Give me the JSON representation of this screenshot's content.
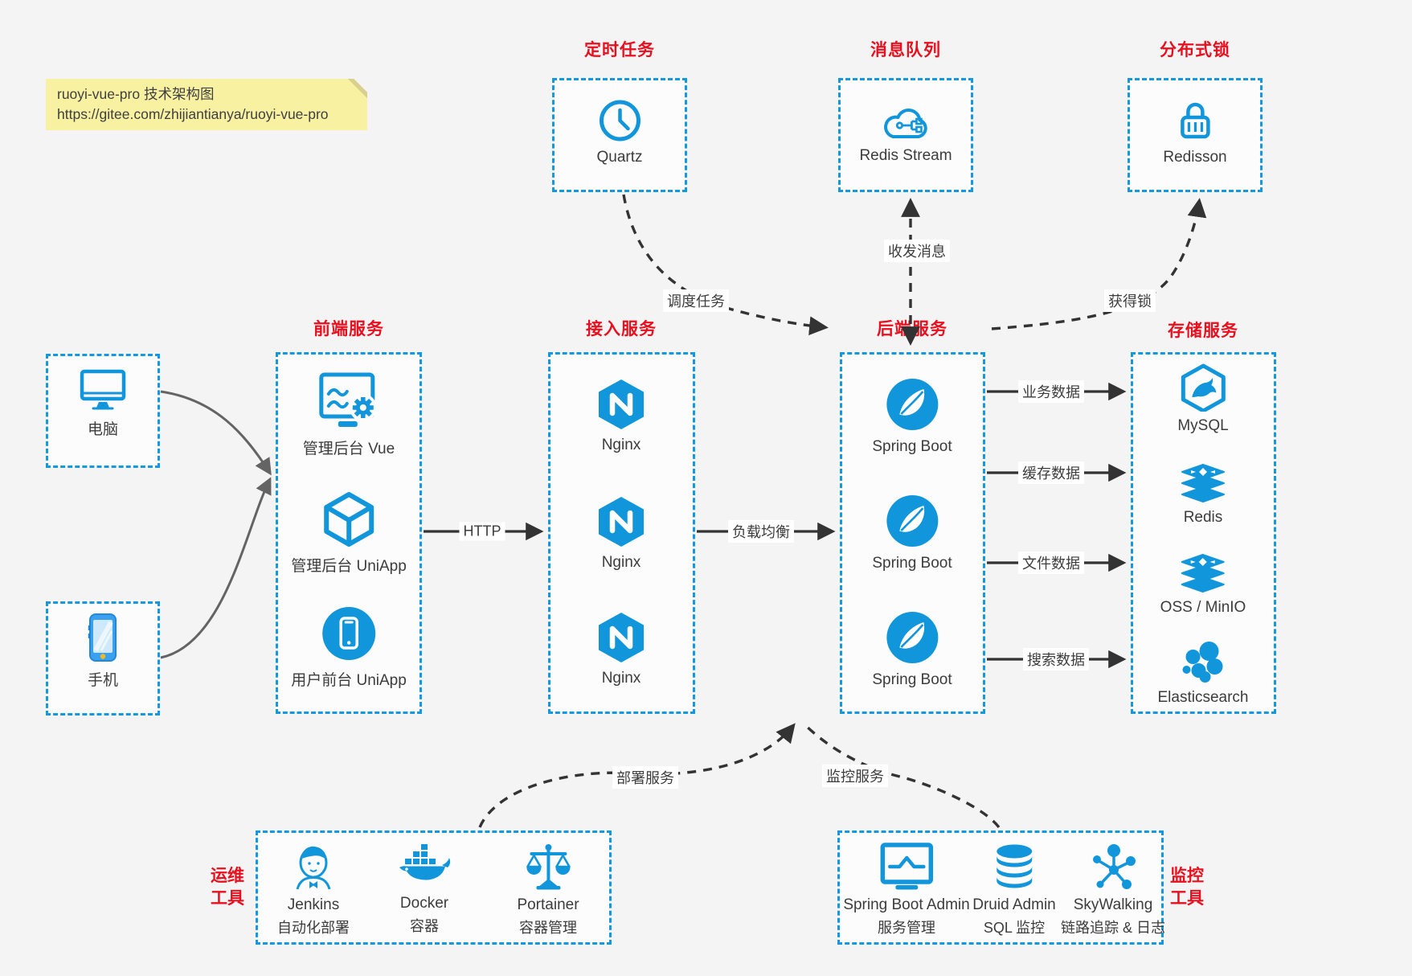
{
  "note": {
    "line1": "ruoyi-vue-pro 技术架构图",
    "line2": "https://gitee.com/zhijiantianya/ruoyi-vue-pro"
  },
  "colors": {
    "accent_blue": "#1296db",
    "title_red": "#e8101e",
    "note_yellow": "#f8f1a2",
    "arrow_dark": "#333333",
    "client_arrow_gray": "#646464",
    "background": "#f4f4f5"
  },
  "top_services": [
    {
      "title": "定时任务",
      "icon": "clock-icon",
      "label": "Quartz"
    },
    {
      "title": "消息队列",
      "icon": "cloud-network-icon",
      "label": "Redis Stream"
    },
    {
      "title": "分布式锁",
      "icon": "lock-icon",
      "label": "Redisson"
    }
  ],
  "clients": [
    {
      "icon": "desktop-icon",
      "label": "电脑"
    },
    {
      "icon": "smartphone-icon",
      "label": "手机"
    }
  ],
  "frontend": {
    "title": "前端服务",
    "items": [
      {
        "icon": "admin-vue-icon",
        "label": "管理后台 Vue"
      },
      {
        "icon": "uniapp-cube-icon",
        "label": "管理后台 UniApp"
      },
      {
        "icon": "user-app-icon",
        "label": "用户前台 UniApp"
      }
    ]
  },
  "gateway": {
    "title": "接入服务",
    "items": [
      {
        "icon": "nginx-icon",
        "label": "Nginx"
      },
      {
        "icon": "nginx-icon",
        "label": "Nginx"
      },
      {
        "icon": "nginx-icon",
        "label": "Nginx"
      }
    ]
  },
  "backend": {
    "title": "后端服务",
    "items": [
      {
        "icon": "spring-icon",
        "label": "Spring Boot"
      },
      {
        "icon": "spring-icon",
        "label": "Spring Boot"
      },
      {
        "icon": "spring-icon",
        "label": "Spring Boot"
      }
    ]
  },
  "storage": {
    "title": "存储服务",
    "items": [
      {
        "icon": "mysql-icon",
        "label": "MySQL"
      },
      {
        "icon": "redis-stack-icon",
        "label": "Redis"
      },
      {
        "icon": "oss-stack-icon",
        "label": "OSS / MinIO"
      },
      {
        "icon": "elasticsearch-icon",
        "label": "Elasticsearch"
      }
    ]
  },
  "ops_tools": {
    "title_line1": "运维",
    "title_line2": "工具",
    "items": [
      {
        "icon": "jenkins-icon",
        "label": "Jenkins",
        "sublabel": "自动化部署"
      },
      {
        "icon": "docker-icon",
        "label": "Docker",
        "sublabel": "容器"
      },
      {
        "icon": "portainer-icon",
        "label": "Portainer",
        "sublabel": "容器管理"
      }
    ]
  },
  "monitor_tools": {
    "title_line1": "监控",
    "title_line2": "工具",
    "items": [
      {
        "icon": "sba-icon",
        "label": "Spring Boot Admin",
        "sublabel": "服务管理"
      },
      {
        "icon": "druid-icon",
        "label": "Druid Admin",
        "sublabel": "SQL 监控"
      },
      {
        "icon": "skywalking-icon",
        "label": "SkyWalking",
        "sublabel": "链路追踪 & 日志"
      }
    ]
  },
  "edge_labels": {
    "http": "HTTP",
    "load_balance": "负载均衡",
    "business_data": "业务数据",
    "cache_data": "缓存数据",
    "file_data": "文件数据",
    "search_data": "搜索数据",
    "schedule_task": "调度任务",
    "send_receive_msg": "收发消息",
    "acquire_lock": "获得锁",
    "deploy_service": "部署服务",
    "monitor_service": "监控服务"
  }
}
